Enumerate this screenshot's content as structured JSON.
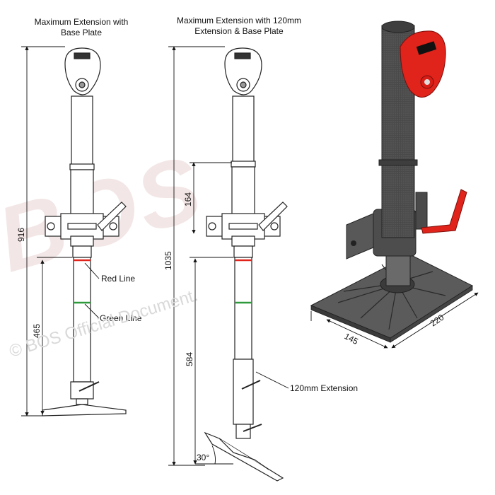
{
  "titles": {
    "left": "Maximum Extension with\nBase Plate",
    "middle": "Maximum Extension with 120mm\nExtension & Base Plate"
  },
  "dimensions": {
    "left_total": "916",
    "left_lower": "465",
    "middle_total": "1035",
    "middle_upper": "164",
    "middle_lower": "584",
    "angle": "30°",
    "plate_width": "145",
    "plate_length": "220"
  },
  "callouts": {
    "red_line": "Red Line",
    "green_line": "Green Line",
    "extension": "120mm Extension"
  },
  "watermark": {
    "text": "© BOS Official Document.",
    "logo": "BOS"
  },
  "colors": {
    "accent_red": "#e0231b",
    "line_green": "#2f9a3c",
    "tube_dark": "#555555"
  }
}
